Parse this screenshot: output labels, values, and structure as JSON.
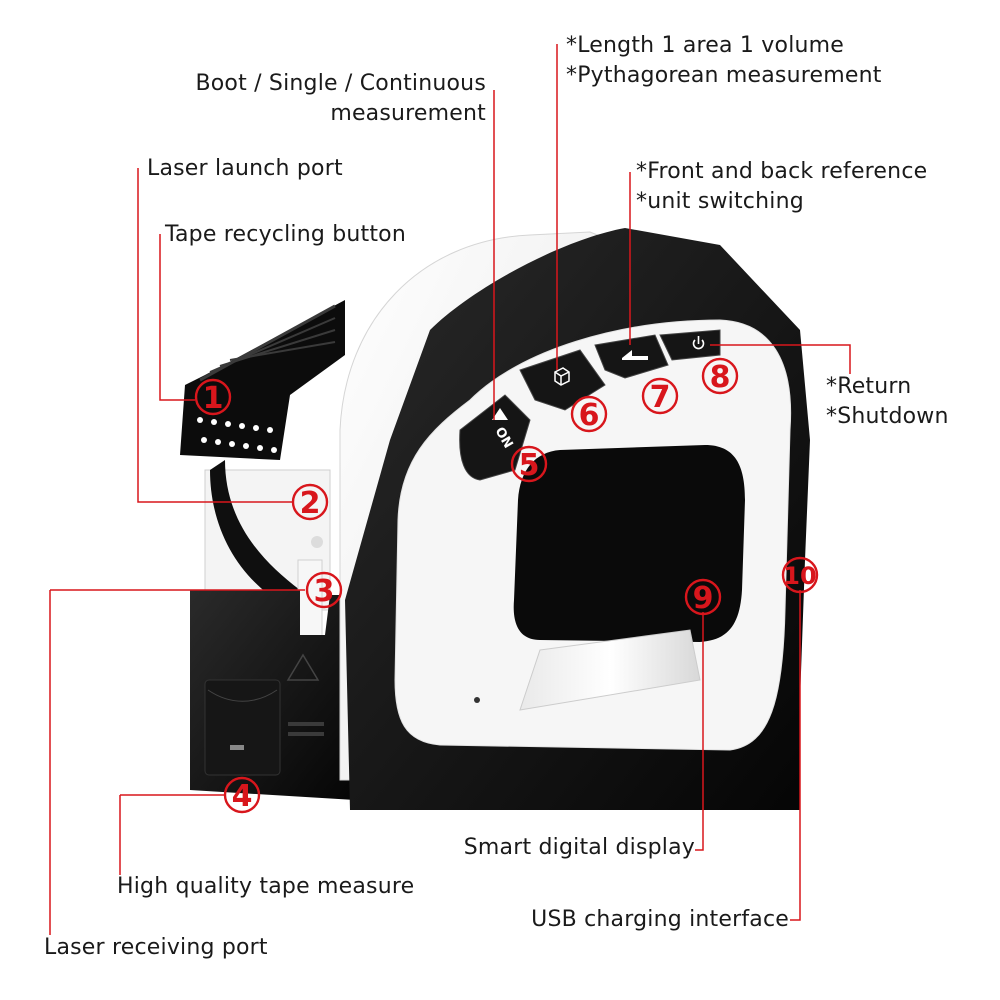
{
  "labels": {
    "power": "Boot / Single / Continuous",
    "power_line2": "measurement",
    "laser_launch": "Laser launch port",
    "tape_recycle": "Tape recycling button",
    "length_area": "*Length 1 area 1 volume",
    "pythagorean": "*Pythagorean measurement",
    "front_back": "*Front and back reference",
    "unit_switch": "*unit switching",
    "return": "*Return",
    "shutdown": "*Shutdown",
    "display": "Smart digital display",
    "tape_quality": "High quality tape measure",
    "usb": "USB charging interface",
    "laser_receive": "Laser receiving port"
  },
  "callouts": {
    "n1": "1",
    "n2": "2",
    "n3": "3",
    "n4": "4",
    "n5": "5",
    "n6": "6",
    "n7": "7",
    "n8": "8",
    "n9": "9",
    "n10": "10"
  },
  "buttons": {
    "on": "ON"
  },
  "colors": {
    "accent": "#d8161c",
    "body": "#111111",
    "shell": "#f2f2f2"
  },
  "icons": [
    "on-arrow-icon",
    "cube-icon",
    "angle-icon",
    "power-icon"
  ]
}
